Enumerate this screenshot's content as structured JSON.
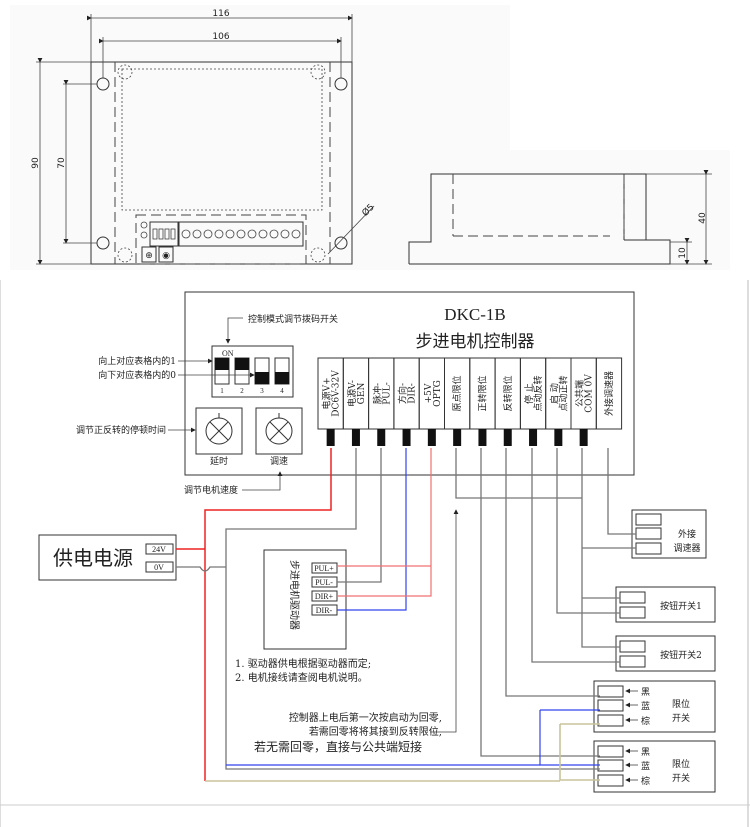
{
  "dimension_drawing": {
    "top_view": {
      "width_outer": "116",
      "width_holes": "106",
      "height_outer": "90",
      "height_holes": "70",
      "hole_diameter": "Ø5"
    },
    "side_view": {
      "height_total": "40",
      "base_height": "10"
    }
  },
  "controller": {
    "model": "DKC-1B",
    "name": "步进电机控制器",
    "dip_switch": {
      "annotation": "控制模式调节拨码开关",
      "on_label": "ON",
      "up_note": "向上对应表格内的1",
      "down_note": "向下对应表格内的0",
      "switches": [
        {
          "number": "1",
          "state": "up"
        },
        {
          "number": "2",
          "state": "up"
        },
        {
          "number": "3",
          "state": "down"
        },
        {
          "number": "4",
          "state": "down"
        }
      ]
    },
    "knobs": [
      {
        "label": "延时",
        "annotation": "调节正反转的停顿时间"
      },
      {
        "label": "调速",
        "annotation": "调节电机速度"
      }
    ],
    "terminals": [
      {
        "line1": "电源V+",
        "line2": "DC6V-32V"
      },
      {
        "line1": "电源V-",
        "line2": "GEN"
      },
      {
        "line1": "脉冲-",
        "line2": "PUL-"
      },
      {
        "line1": "方向-",
        "line2": "DIR-"
      },
      {
        "line1": "+5V",
        "line2": "OPTG"
      },
      {
        "line1": "原点限位",
        "line2": ""
      },
      {
        "line1": "正转限位",
        "line2": ""
      },
      {
        "line1": "反转限位",
        "line2": ""
      },
      {
        "line1": "停 止",
        "line2": "点动反转"
      },
      {
        "line1": "启 动",
        "line2": "点动正转"
      },
      {
        "line1": "公共端",
        "line2": "COM 0V"
      },
      {
        "line1": "外接调速器",
        "line2": ""
      }
    ]
  },
  "power_supply": {
    "label": "供电电源",
    "terminals": [
      "24V",
      "0V"
    ]
  },
  "driver": {
    "label": "步进电机驱动器",
    "pins": [
      "PUL+",
      "PUL-",
      "DIR+",
      "DIR-"
    ],
    "notes": [
      "1. 驱动器供电根据驱动器而定;",
      "2. 电机接线请查阅电机说明。"
    ]
  },
  "homing_note": {
    "line1": "控制器上电后第一次按启动为回零,",
    "line2": "若需回零将将其接到反转限位,",
    "line3": "若无需回零，直接与公共端短接"
  },
  "external_devices": {
    "speed_controller": {
      "line1": "外接",
      "line2": "调速器"
    },
    "button_switch_1": "按钮开关1",
    "button_switch_2": "按钮开关2",
    "limit_switch_1": {
      "line1": "限位",
      "line2": "开关",
      "wires": [
        "黑",
        "蓝",
        "棕"
      ]
    },
    "limit_switch_2": {
      "line1": "限位",
      "line2": "开关",
      "wires": [
        "黑",
        "蓝",
        "棕"
      ]
    }
  },
  "wire_colors": {
    "power_positive": "#e22222",
    "signal_pulse": "#f07070",
    "signal_direction": "#3344ee",
    "common": "#777777",
    "brown": "#c8c49a"
  }
}
